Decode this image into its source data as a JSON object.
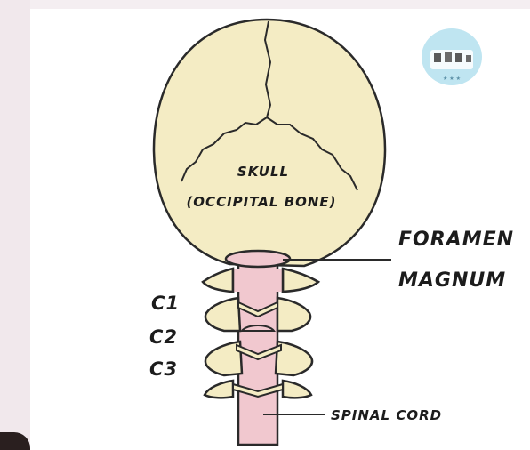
{
  "labels": {
    "skull_line1": "SKULL",
    "skull_line2": "(OCCIPITAL BONE)",
    "foramen_line1": "FORAMEN",
    "foramen_line2": "MAGNUM",
    "c1": "C1",
    "c2": "C2",
    "c3": "C3",
    "spinal_cord": "SPINAL CORD"
  },
  "colors": {
    "bone": "#f4ecc4",
    "outline": "#2a2a2a",
    "cord": "#f1c8cf",
    "logo_bg": "#bfe5f1"
  },
  "icons": {
    "logo": "brand-logo-icon"
  }
}
